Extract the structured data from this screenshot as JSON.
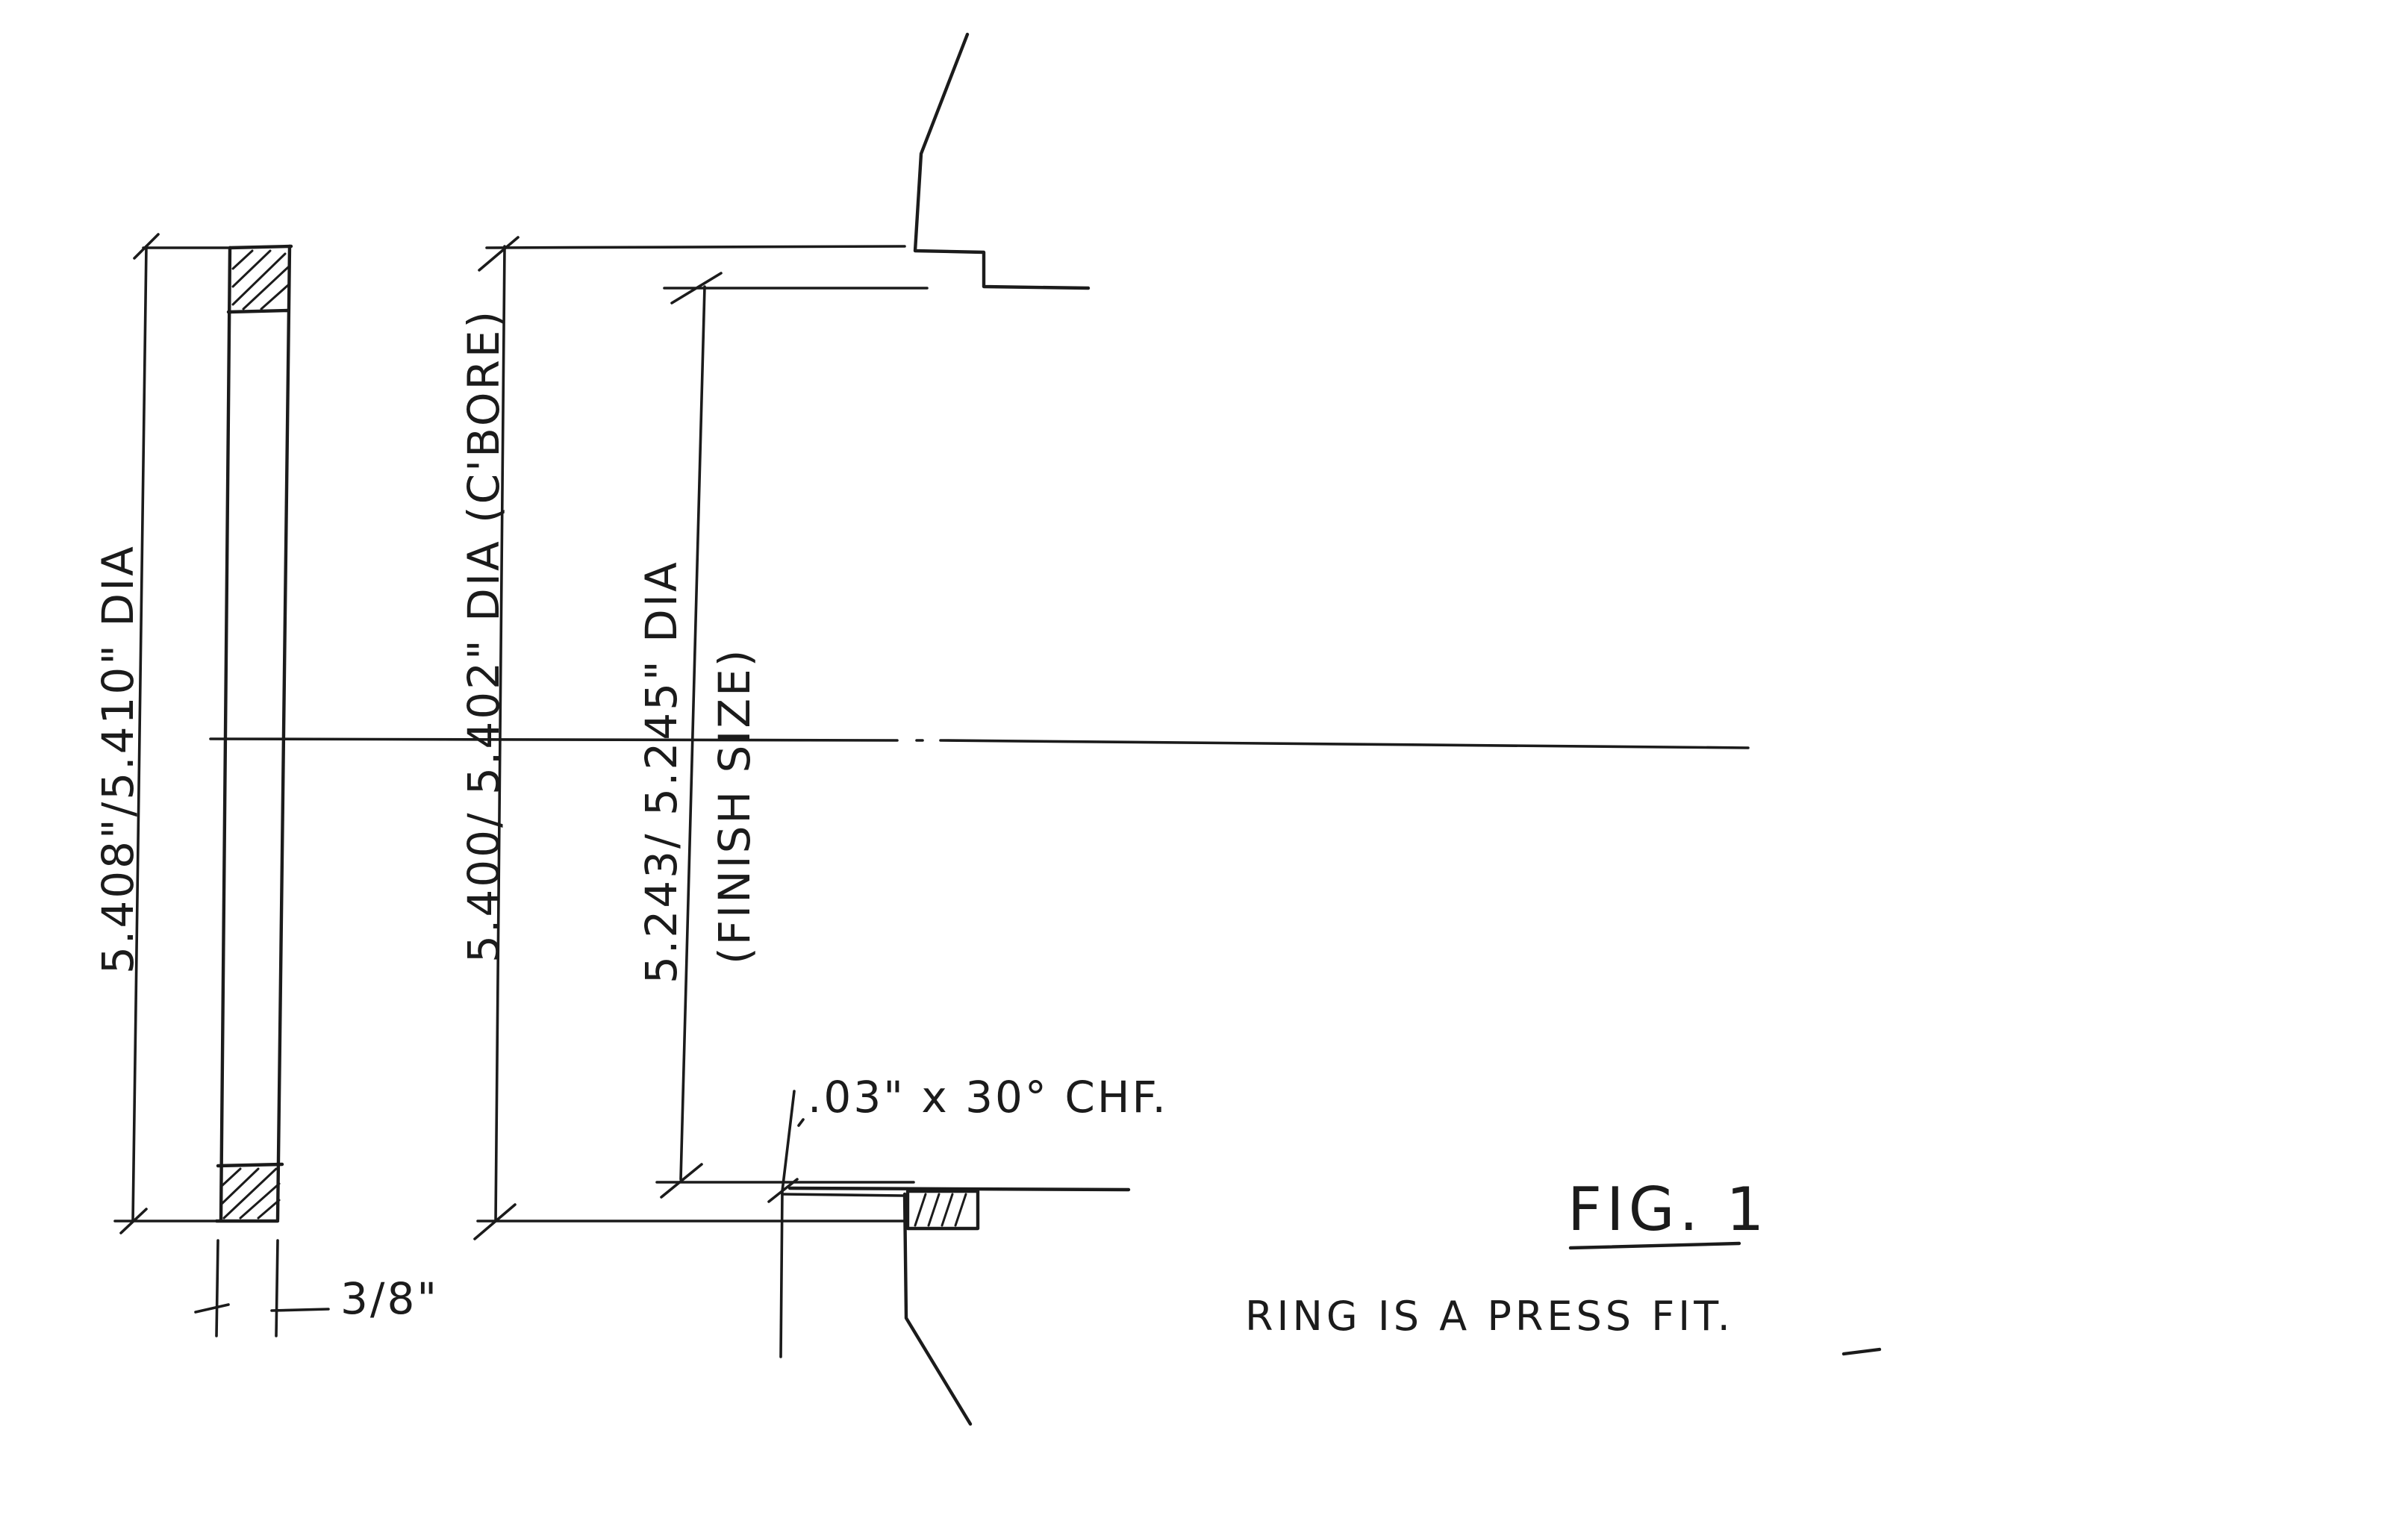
{
  "drawing": {
    "dimensions": {
      "ring_od": "5.408\"/5.410\" DIA",
      "bore_dia": "5.400/ 5.402\" DIA (C'BORE)",
      "finish_dia": "5.243/ 5.245\" DIA",
      "finish_note": "(FINISH SIZE)",
      "ring_width": "3/8\"",
      "chamfer": ".03\" x 30° CHF."
    },
    "figure_label": "FIG. 1",
    "note": "RING IS A PRESS FIT."
  }
}
